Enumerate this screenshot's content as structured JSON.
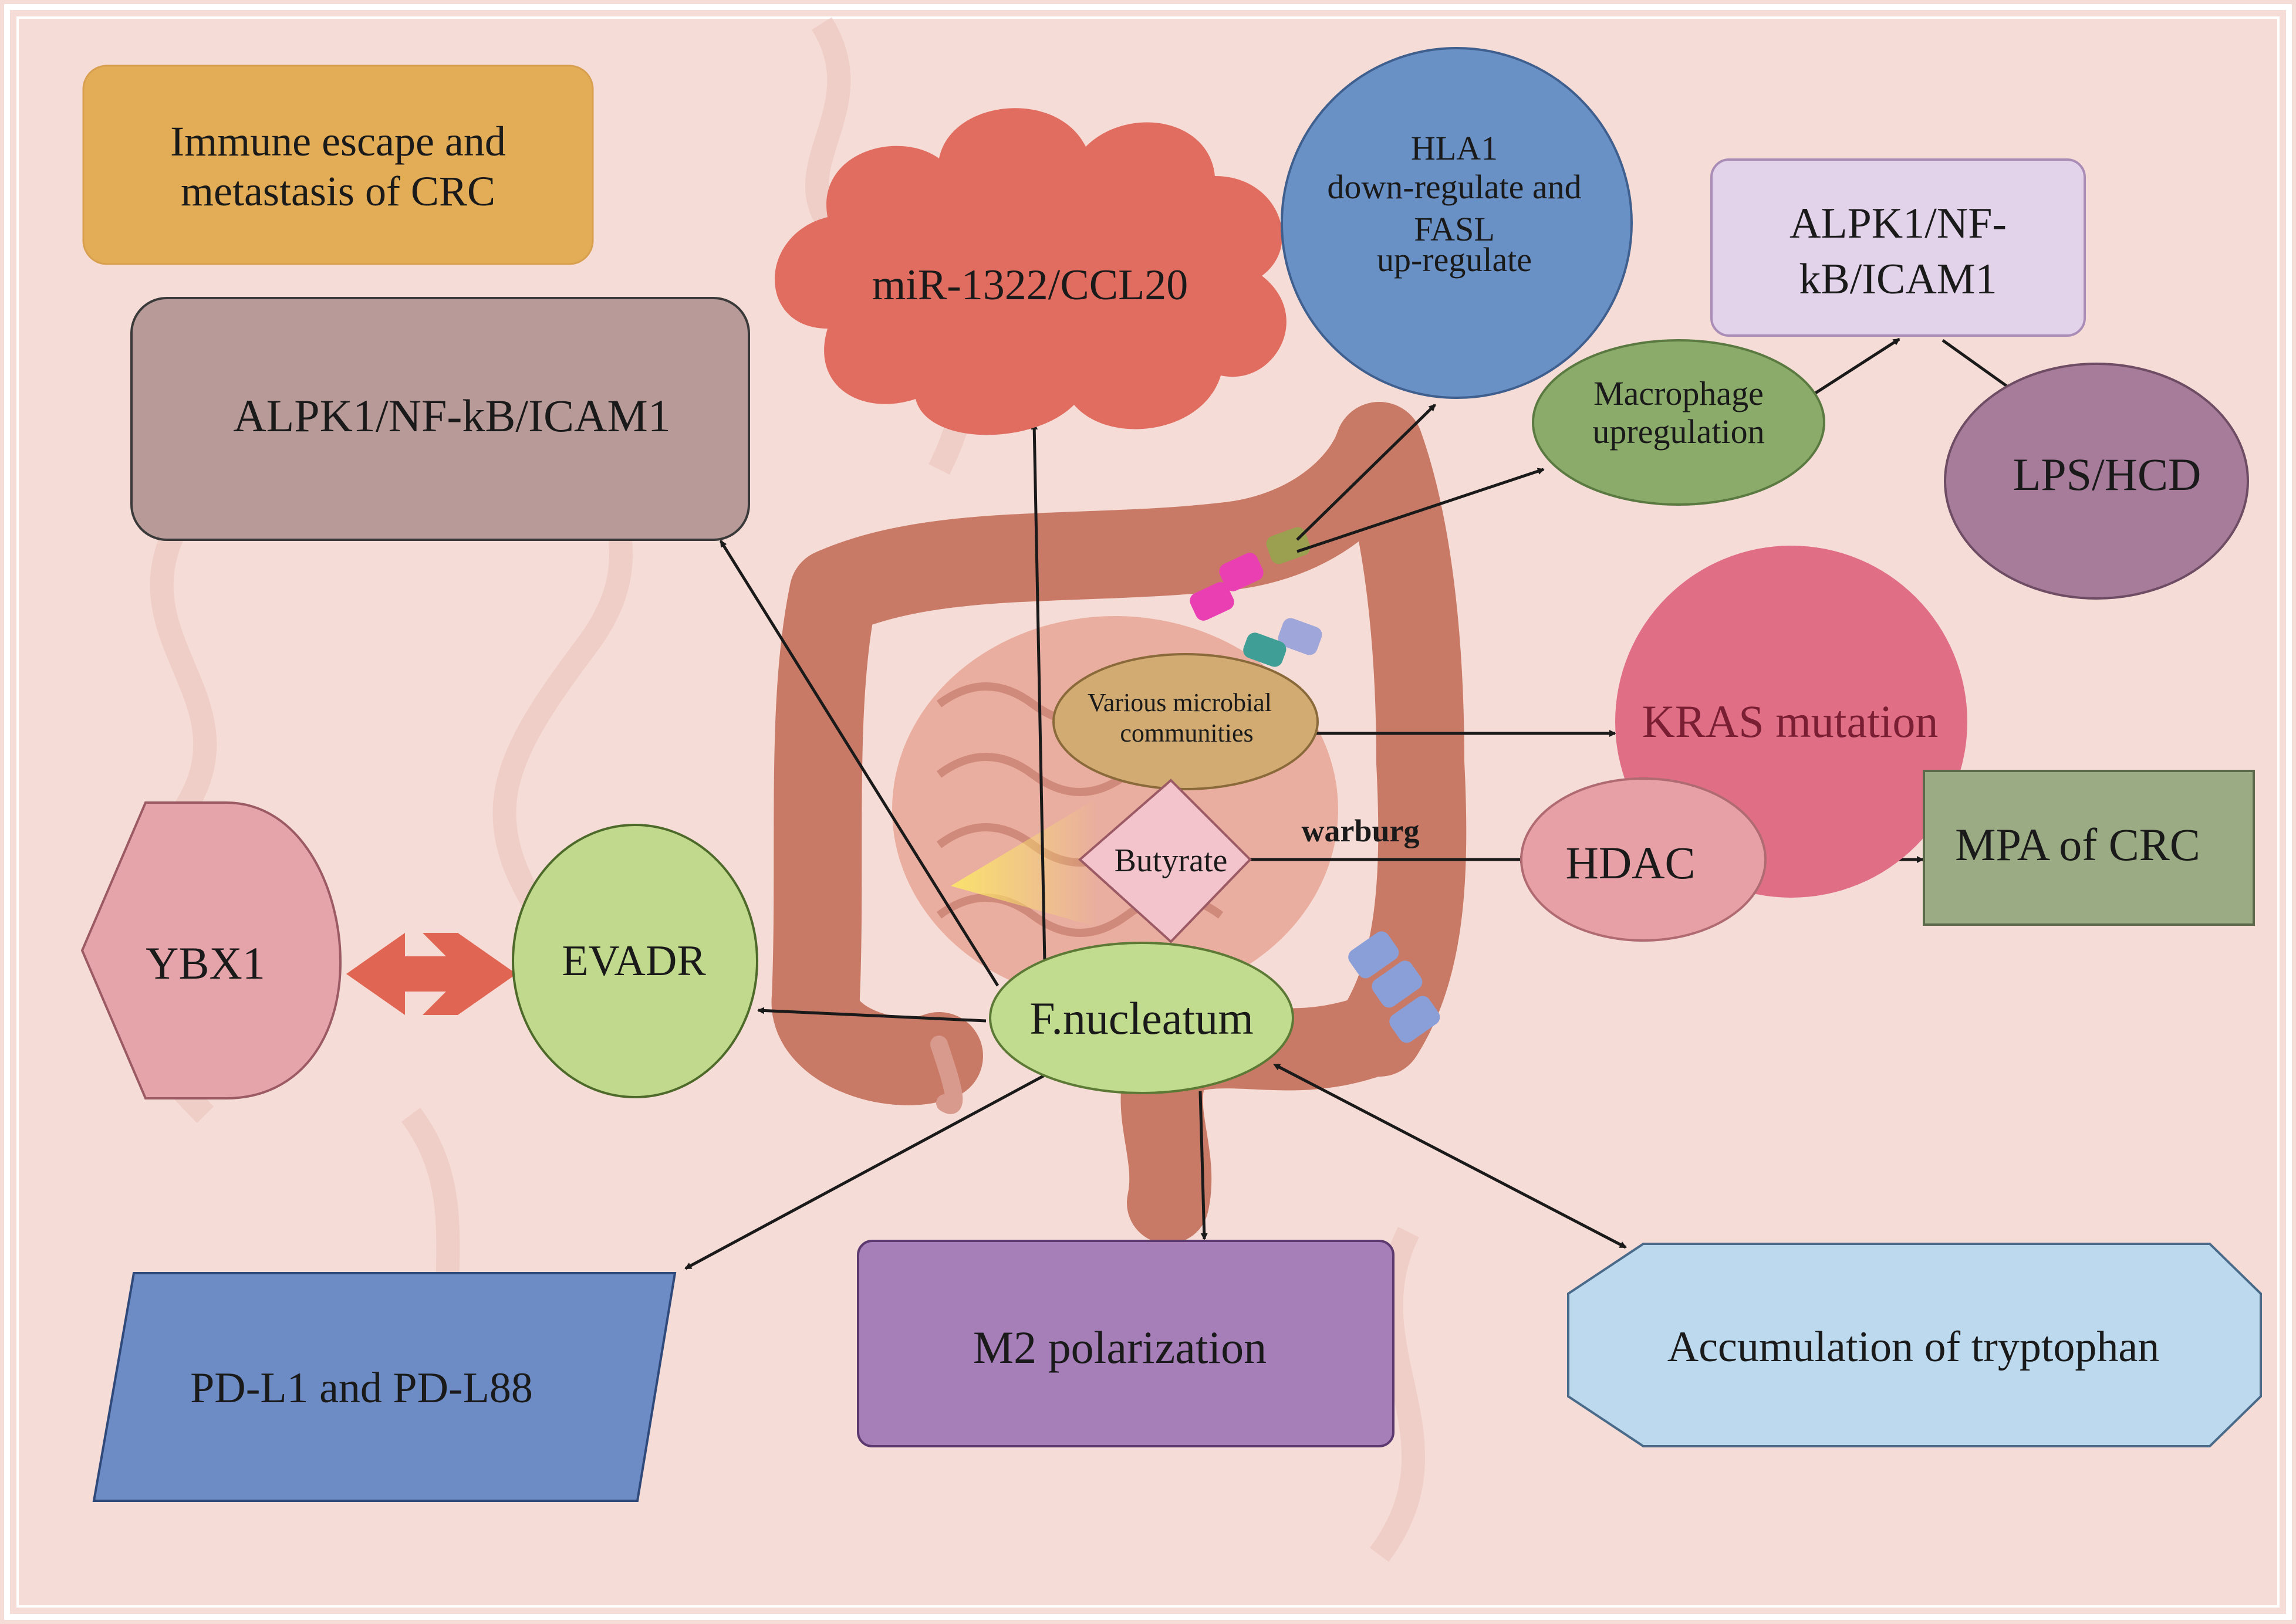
{
  "title": "Immune escape and metastasis of CRC",
  "colors": {
    "background": "#f6dcd6",
    "frame": "#ffffff",
    "title_box": "#e3ac56",
    "alpk_left": "#b89b98",
    "mir": "#e06d60",
    "hla": "#6a91c6",
    "alpk_right": "#e2d2ea",
    "macrophage": "#8bab6a",
    "lps": "#a77c9b",
    "kras": "#e06f86",
    "hdac": "#e7a1a6",
    "mpa": "#9bab83",
    "butyrate": "#f4c4cc",
    "microbial": "#d2ab72",
    "fnuc": "#c1dc8e",
    "evadr": "#c1d98c",
    "ybx1": "#e5a3aa",
    "double_arrow": "#e06552",
    "pdl1": "#6d8cc6",
    "m2": "#a67fb9",
    "tryptophan": "#bdd9ee",
    "warburg_glow": "#f8e26a"
  },
  "nodes": {
    "alpk_left": "ALPK1/NF-kB/ICAM1",
    "mir": "miR-1322/CCL20",
    "hla": [
      "HLA1",
      "down-regulate and",
      "FASL",
      "up-regulate"
    ],
    "alpk_right": [
      "ALPK1/NF-",
      "kB/ICAM1"
    ],
    "macrophage": [
      "Macrophage",
      "upregulation"
    ],
    "lps": "LPS/HCD",
    "microbial": [
      "Various microbial",
      "communities"
    ],
    "kras": "KRAS mutation",
    "butyrate": "Butyrate",
    "warburg": "warburg",
    "hdac": "HDAC",
    "mpa": "MPA of CRC",
    "ybx1": "YBX1",
    "evadr": "EVADR",
    "fnuc": "F.nucleatum",
    "pdl1": "PD-L1 and PD-L88",
    "m2": "M2 polarization",
    "tryptophan": "Accumulation of tryptophan"
  },
  "icons": [
    "intestine-illustration-icon",
    "bacteria-icon"
  ]
}
